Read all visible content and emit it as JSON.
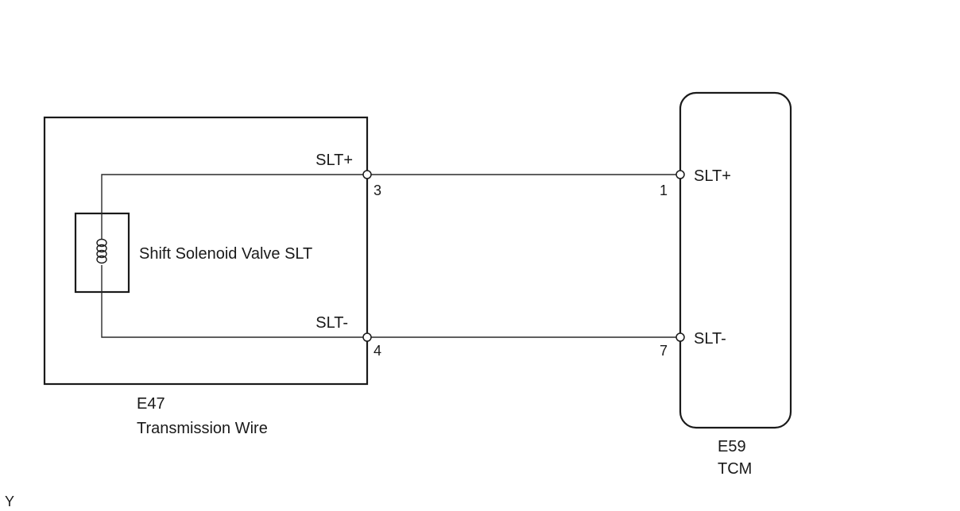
{
  "components": {
    "harness": {
      "code": "E47",
      "name": "Transmission Wire",
      "device_label": "Shift Solenoid Valve SLT",
      "pins": [
        {
          "number": "3",
          "signal": "SLT+"
        },
        {
          "number": "4",
          "signal": "SLT-"
        }
      ]
    },
    "ecu": {
      "code": "E59",
      "name": "TCM",
      "pins": [
        {
          "number": "1",
          "signal": "SLT+"
        },
        {
          "number": "7",
          "signal": "SLT-"
        }
      ]
    }
  },
  "corner_mark": "Y",
  "colors": {
    "line": "#1a1a1a",
    "background": "#ffffff"
  }
}
